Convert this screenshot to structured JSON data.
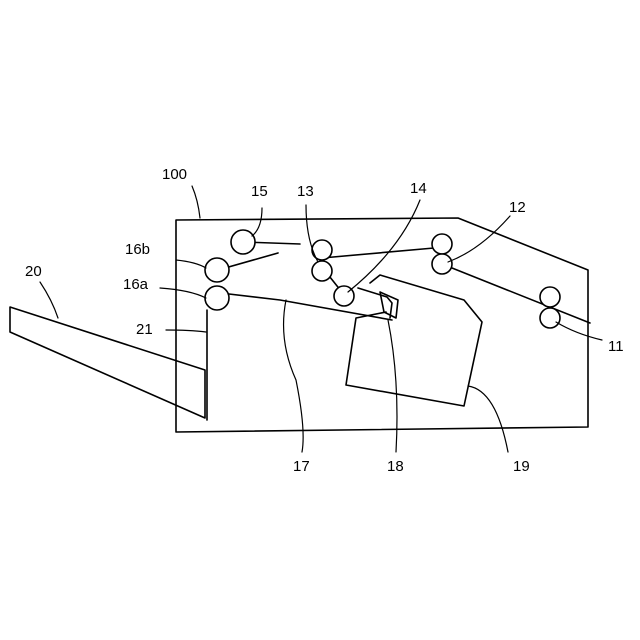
{
  "labels": {
    "l100": "100",
    "l15": "15",
    "l13": "13",
    "l14": "14",
    "l12": "12",
    "l16b": "16b",
    "l16a": "16a",
    "l20": "20",
    "l21": "21",
    "l11": "11",
    "l17": "17",
    "l18": "18",
    "l19": "19"
  }
}
